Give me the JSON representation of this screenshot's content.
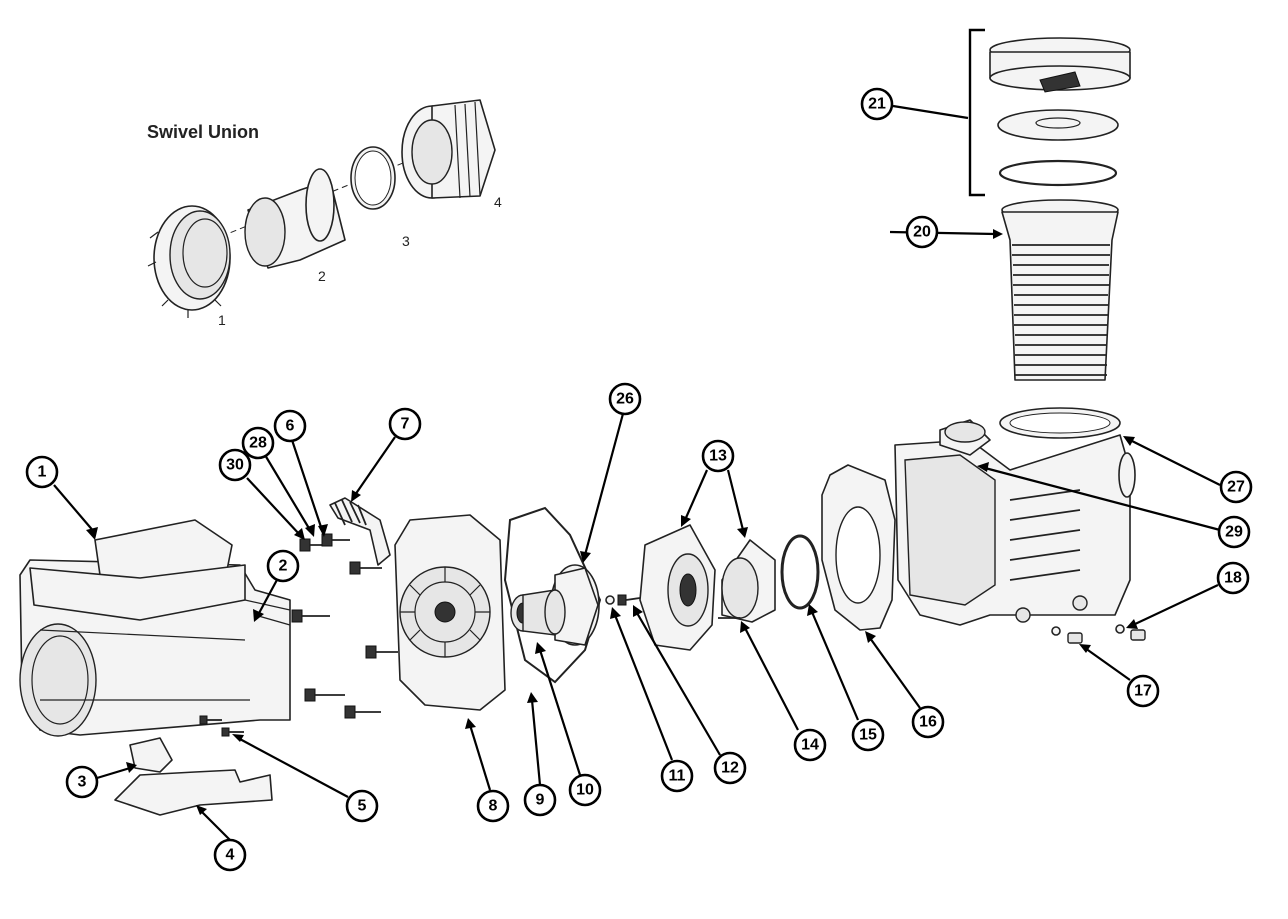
{
  "inset": {
    "title": "Swivel Union",
    "labels": [
      "1",
      "2",
      "3",
      "4"
    ]
  },
  "callouts": [
    "1",
    "2",
    "3",
    "4",
    "5",
    "6",
    "7",
    "8",
    "9",
    "10",
    "11",
    "12",
    "13",
    "14",
    "15",
    "16",
    "17",
    "18",
    "20",
    "21",
    "26",
    "27",
    "28",
    "29",
    "30"
  ]
}
